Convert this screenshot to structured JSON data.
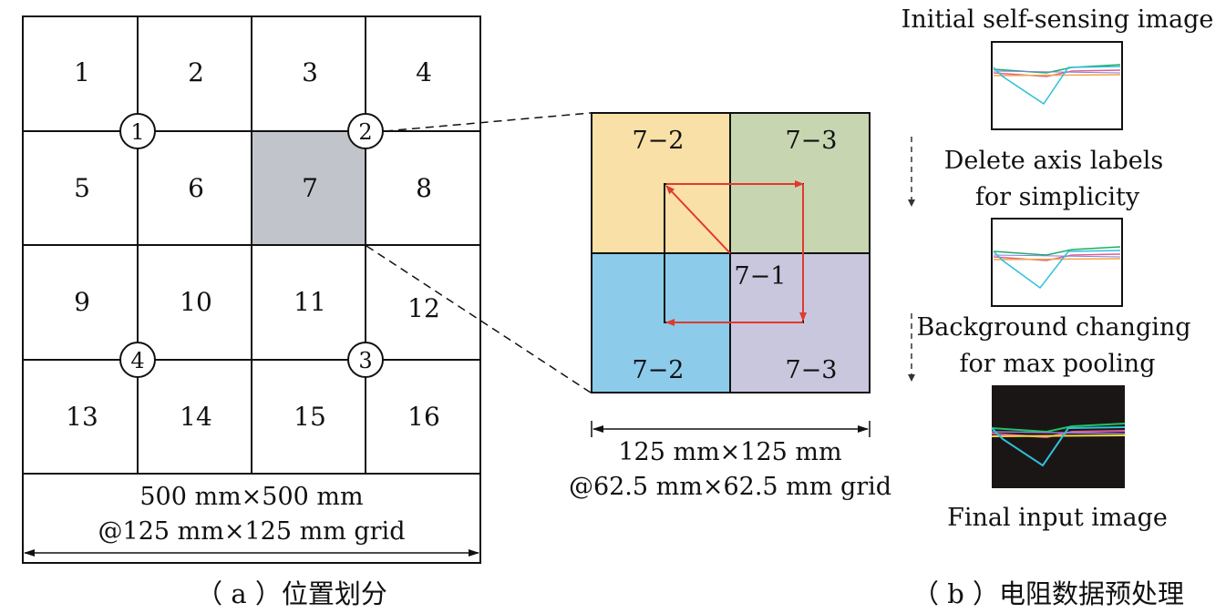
{
  "panel_a": {
    "cells": [
      "1",
      "2",
      "3",
      "4",
      "5",
      "6",
      "7",
      "8",
      "9",
      "10",
      "11",
      "12",
      "13",
      "14",
      "15",
      "16"
    ],
    "highlighted_cell": "7",
    "nodes": [
      "1",
      "2",
      "3",
      "4"
    ],
    "dimension_line1": "500 mm×500 mm",
    "dimension_line2": "@125 mm×125 mm grid",
    "caption": "（ a ）位置划分"
  },
  "zoom": {
    "labels": {
      "top_left": "7−2",
      "top_right": "7−3",
      "center": "7−1",
      "bottom_left": "7−2",
      "bottom_right": "7−3"
    },
    "colors": {
      "top_left": "#f8e0a6",
      "top_right": "#c7d6b0",
      "bottom_left": "#8ccbea",
      "bottom_right": "#c9c7de"
    },
    "dimension_line1": "125 mm×125 mm",
    "dimension_line2": "@62.5 mm×62.5 mm grid"
  },
  "panel_b": {
    "step1": "Initial self-sensing image",
    "step2_line1": "Delete axis labels",
    "step2_line2": "for simplicity",
    "step3_line1": "Background changing",
    "step3_line2": "for max pooling",
    "step4": "Final input image",
    "caption": "（ b ）电阻数据预处理"
  }
}
